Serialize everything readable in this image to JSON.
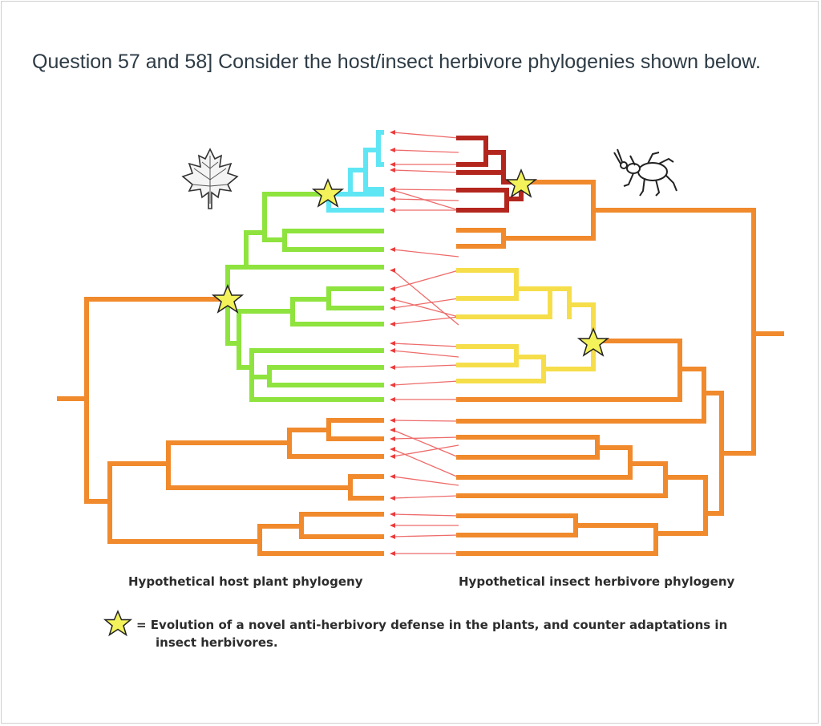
{
  "question": {
    "text": "Question 57 and 58] Consider the host/insect herbivore phylogenies shown below."
  },
  "figure": {
    "plant_label": "Hypothetical host plant phylogeny",
    "insect_label": "Hypothetical insect herbivore phylogeny",
    "legend_line1": "= Evolution of a novel anti-herbivory defense in the plants, and counter adaptations in",
    "legend_line2": "insect herbivores.",
    "colors": {
      "ancestral": "#f08a2c",
      "plant_defended": "#8ee33e",
      "plant_derived": "#5fe6f5",
      "insect_adapted": "#f5de4a",
      "insect_derived": "#b3261e",
      "association": "#ee6b6b",
      "star": "#f3f25a"
    },
    "icons": [
      "maple-leaf-icon",
      "beetle-icon",
      "star-icon"
    ]
  }
}
